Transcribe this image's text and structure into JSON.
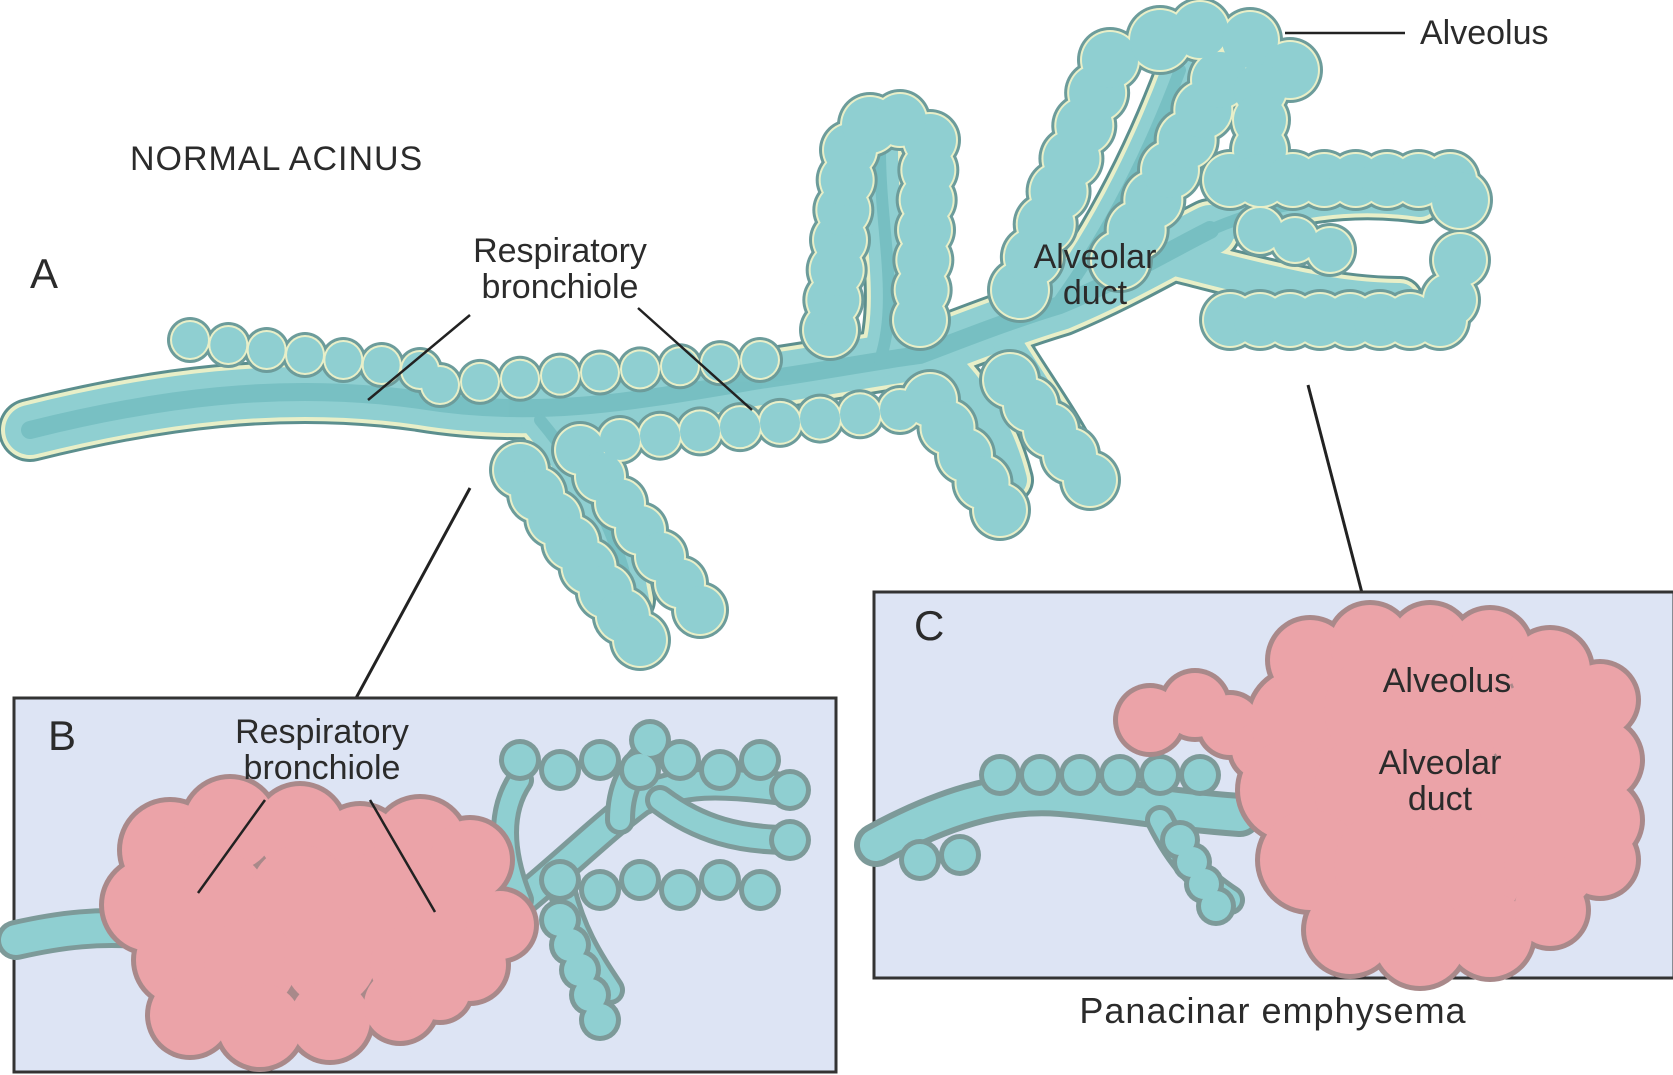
{
  "panel_a": {
    "title": "NORMAL ACINUS",
    "letter": "A",
    "resp_bronchiole": [
      "Respiratory",
      "bronchiole"
    ],
    "alveolar_duct": [
      "Alveolar",
      "duct"
    ],
    "alveolus": "Alveolus"
  },
  "panel_b": {
    "letter": "B",
    "resp_bronchiole": [
      "Respiratory",
      "bronchiole"
    ]
  },
  "panel_c": {
    "letter": "C",
    "alveolus": "Alveolus",
    "alveolar_duct": [
      "Alveolar",
      "duct"
    ],
    "caption": "Panacinar emphysema"
  },
  "colors": {
    "normal_fill": "#8fcfd1",
    "normal_outline": "#e8efc8",
    "emphysema_fill": "#eba3a8",
    "inset_bg": "#dde4f4",
    "inset_border": "#333333"
  }
}
